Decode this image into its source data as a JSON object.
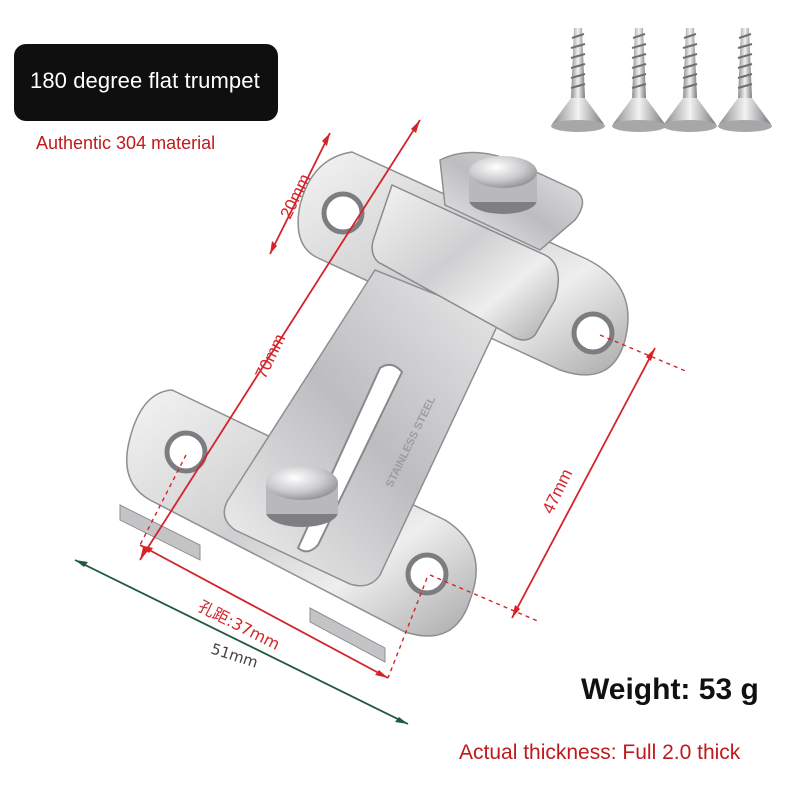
{
  "header": {
    "title": "180 degree flat trumpet",
    "subtitle": "Authentic 304 material"
  },
  "dimensions": {
    "top_width": "20mm",
    "length": "70mm",
    "height": "47mm",
    "hole_spacing": "孔距:37mm",
    "base_width": "51mm"
  },
  "product": {
    "engraving": "STAINLESS STEEL"
  },
  "specs": {
    "weight": "Weight: 53 g",
    "thickness": "Actual thickness: Full 2.0 thick"
  },
  "colors": {
    "dimension_red": "#d4242a",
    "dimension_green": "#1f5a3c",
    "badge_bg": "#0f0f0f"
  }
}
